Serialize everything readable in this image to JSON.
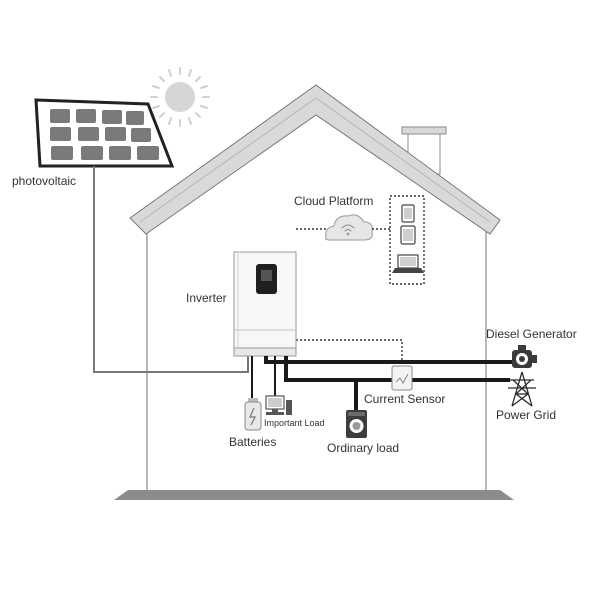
{
  "labels": {
    "photovoltaic": "photovoltaic",
    "cloud_platform": "Cloud Platform",
    "inverter": "Inverter",
    "diesel_generator": "Diesel Generator",
    "current_sensor": "Current Sensor",
    "power_grid": "Power Grid",
    "important_load": "Important Load",
    "batteries": "Batteries",
    "ordinary_load": "Ordinary load"
  },
  "colors": {
    "cable": "#1a1a1a",
    "house_line": "#8a8a8a",
    "roof_fill": "#d9d9d9",
    "panel_cell": "#7a7a7a",
    "sun": "#d0d0d0",
    "cloud": "#e6e6e6",
    "text": "#333333"
  },
  "icons": {
    "sun": "sun-icon",
    "solar_panel": "solar-panel-icon",
    "cloud": "cloud-wifi-icon",
    "phone": "phone-icon",
    "tablet": "tablet-icon",
    "laptop": "laptop-icon",
    "inverter": "inverter-unit-icon",
    "battery": "battery-icon",
    "computer": "computer-icon",
    "washing_machine": "washing-machine-icon",
    "sensor": "current-sensor-icon",
    "generator": "diesel-generator-icon",
    "pylon": "power-pylon-icon"
  }
}
